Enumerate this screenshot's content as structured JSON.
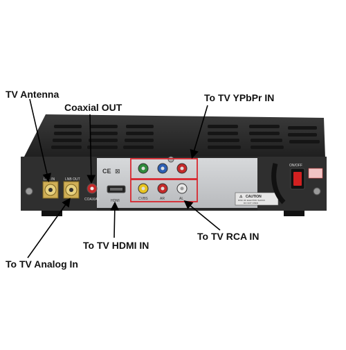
{
  "callouts": {
    "tv_antenna": "TV Antenna",
    "coaxial_out": "Coaxial OUT",
    "ypbpr": "To TV YPbPr IN",
    "hdmi": "To TV HDMI IN",
    "rca": "To TV RCA IN",
    "analog": "To TV Analog In"
  },
  "panel_labels": {
    "lne_in": "LNE IN",
    "lnb_out": "LNB OUT",
    "coaxial": "COAXIAL",
    "hdmi": "HDMI",
    "cvbs": "CVBS",
    "ar": "AR",
    "al": "AL",
    "on_off": "ON/OFF",
    "caution": "CAUTION",
    "caution_sub1": "RISK OF ELECTRIC SHOCK",
    "caution_sub2": "DO NOT OPEN"
  },
  "colors": {
    "highlight_box": "#d8262e",
    "arrow": "#000000",
    "chassis": "#2b2b2b",
    "back_panel": "#c8cacc",
    "jack_green": "#2f8a3c",
    "jack_blue": "#2d5fb3",
    "jack_red": "#c42a2a",
    "jack_yellow": "#e6c21f",
    "jack_white": "#e8e8e8",
    "power_switch": "#d22020"
  }
}
